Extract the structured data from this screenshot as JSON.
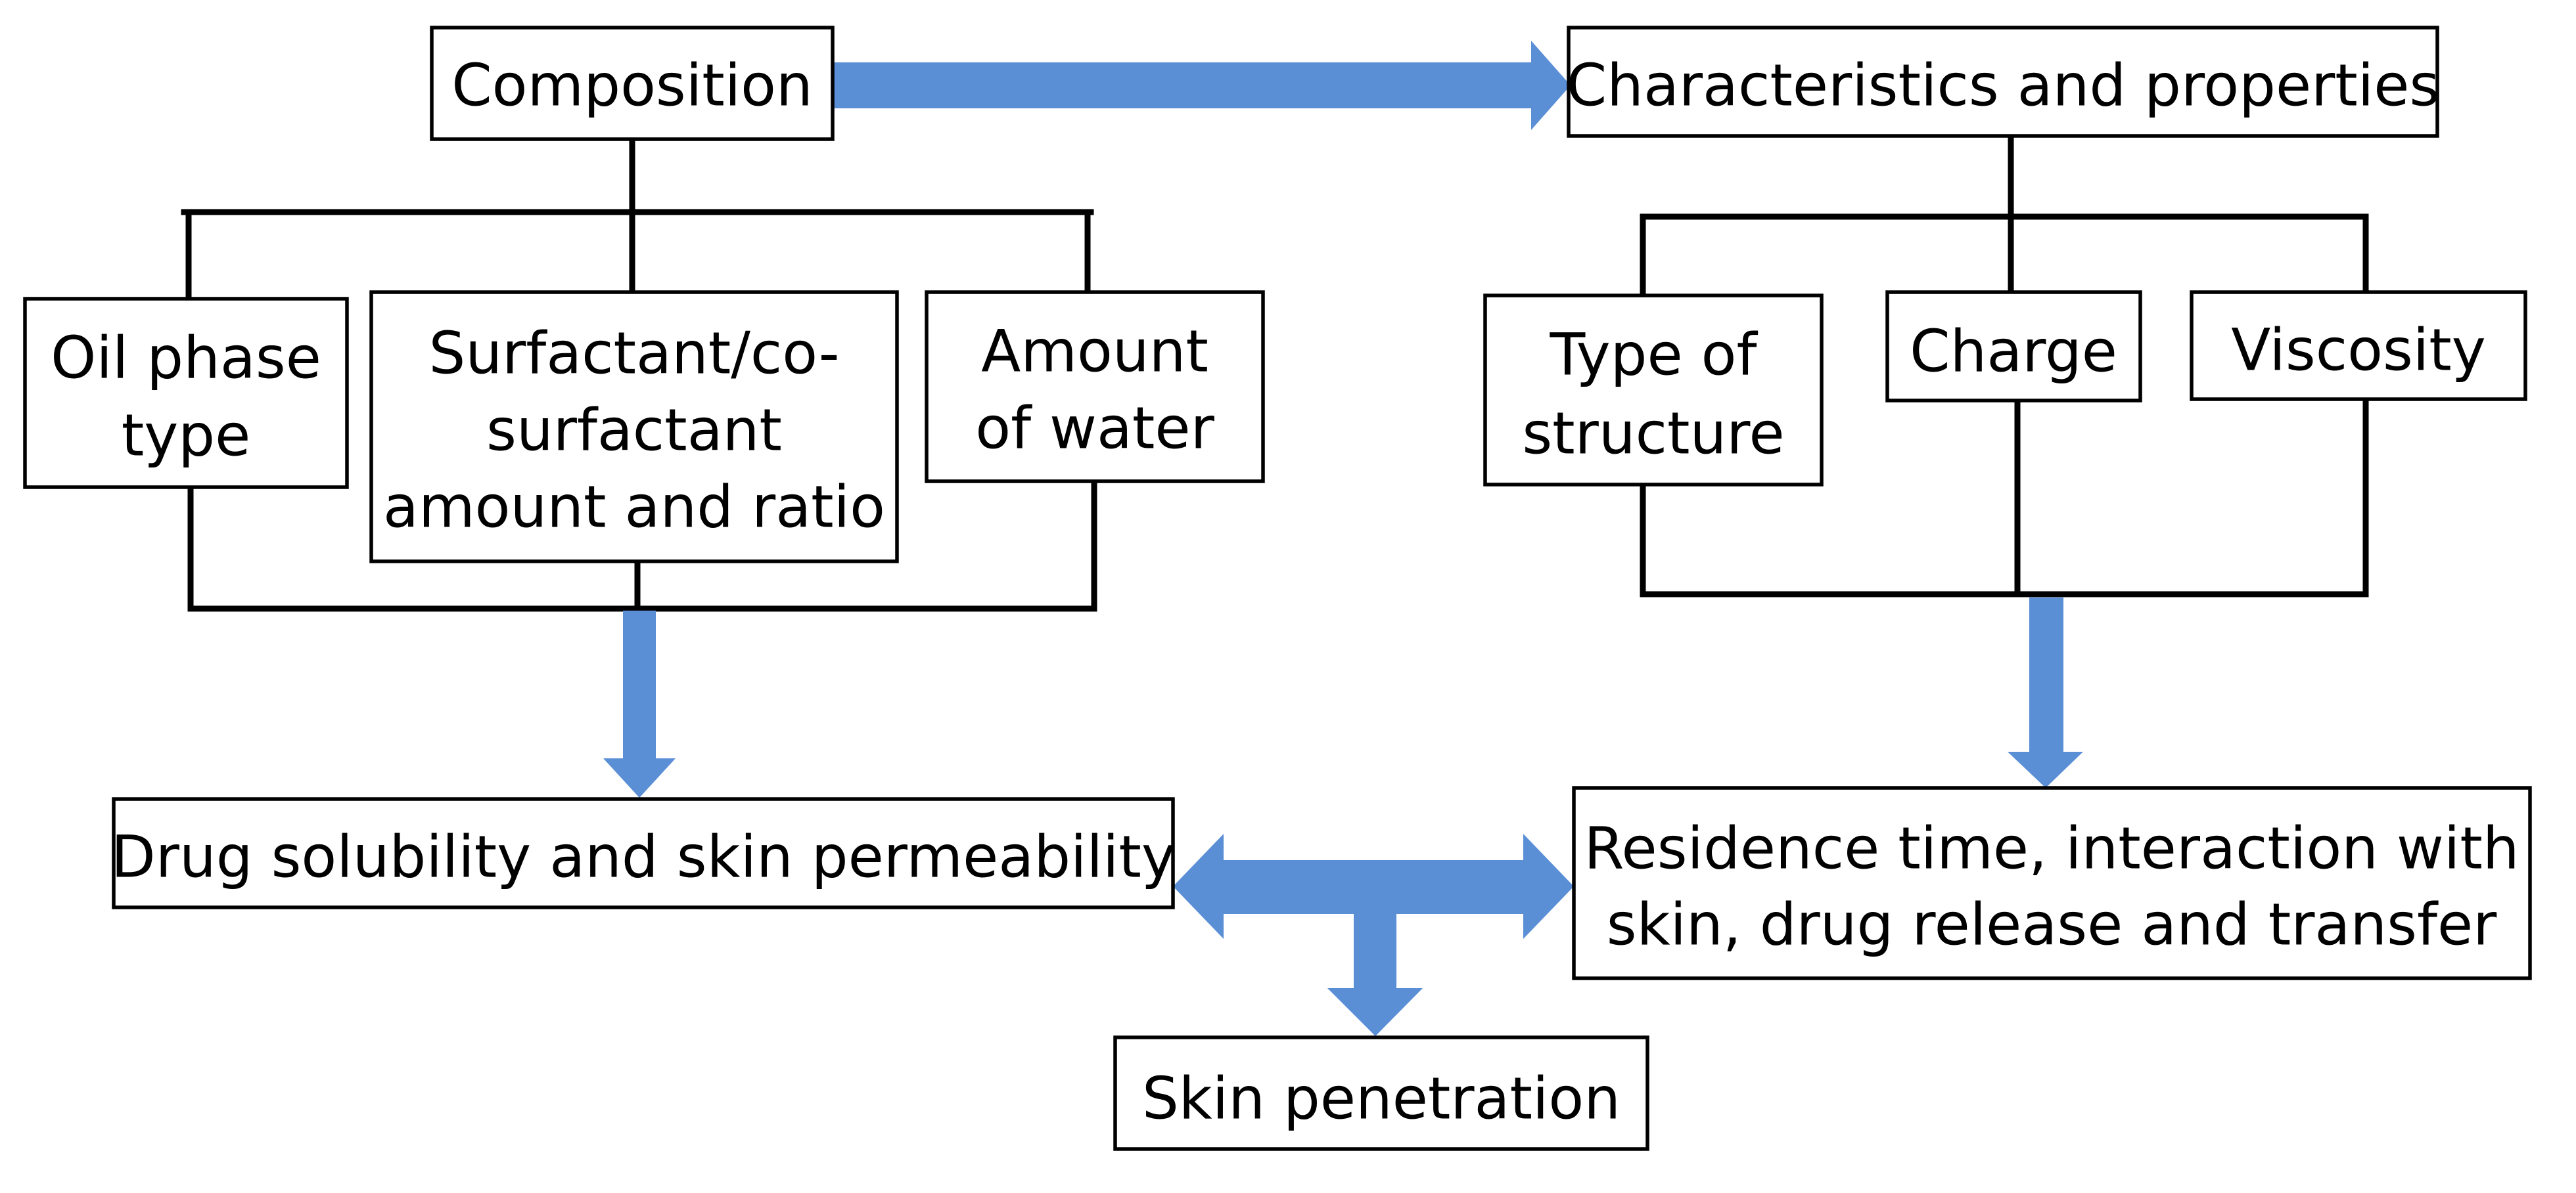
{
  "nodes": {
    "composition": {
      "lines": [
        "Composition"
      ]
    },
    "characteristics": {
      "lines": [
        "Characteristics and properties"
      ]
    },
    "oil_phase": {
      "lines": [
        "Oil phase",
        "type"
      ]
    },
    "surfactant": {
      "lines": [
        "Surfactant/co-",
        "surfactant",
        "amount and ratio"
      ]
    },
    "water": {
      "lines": [
        "Amount",
        "of water"
      ]
    },
    "structure": {
      "lines": [
        "Type of",
        "structure"
      ]
    },
    "charge": {
      "lines": [
        "Charge"
      ]
    },
    "viscosity": {
      "lines": [
        "Viscosity"
      ]
    },
    "solubility": {
      "lines": [
        "Drug solubility and skin permeability"
      ]
    },
    "residence": {
      "lines": [
        "Residence time, interaction with",
        "skin, drug release and transfer"
      ]
    },
    "penetration": {
      "lines": [
        "Skin penetration"
      ]
    }
  },
  "colors": {
    "arrow": "#5a8fd6",
    "box_border": "#000000",
    "text": "#000000"
  }
}
